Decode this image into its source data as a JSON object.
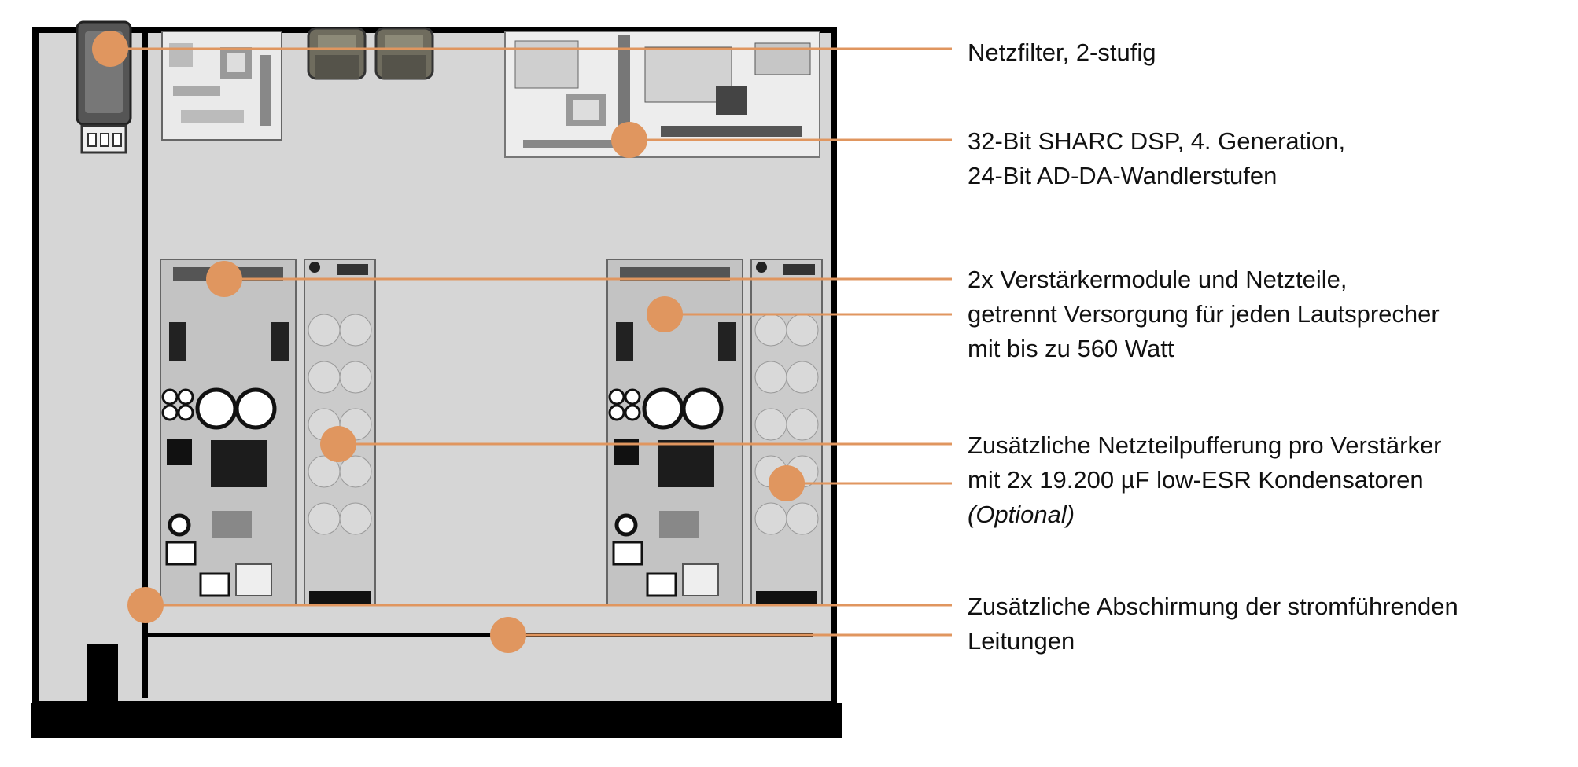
{
  "colors": {
    "accent": "#e0965f",
    "chassis_fill": "#d6d6d6",
    "frame": "#000000",
    "board": "#bdbdbd",
    "background": "#ffffff"
  },
  "callouts": [
    {
      "id": "netzfilter",
      "lines": [
        "Netzfilter, 2-stufig"
      ]
    },
    {
      "id": "dsp",
      "lines": [
        "32-Bit SHARC DSP, 4. Generation,",
        "24-Bit AD-DA-Wandlerstufen"
      ]
    },
    {
      "id": "verstaerker",
      "lines": [
        "2x Verstärkermodule und Netzteile,",
        "getrennt Versorgung für jeden Lautsprecher",
        "mit bis zu 560 Watt"
      ]
    },
    {
      "id": "puffer",
      "lines": [
        "Zusätzliche Netzteilpufferung pro Verstärker",
        "mit 2x 19.200 µF low-ESR Kondensatoren"
      ],
      "note": "(Optional)"
    },
    {
      "id": "abschirmung",
      "lines": [
        "Zusätzliche Abschirmung der stromführenden",
        "Leitungen"
      ]
    }
  ]
}
